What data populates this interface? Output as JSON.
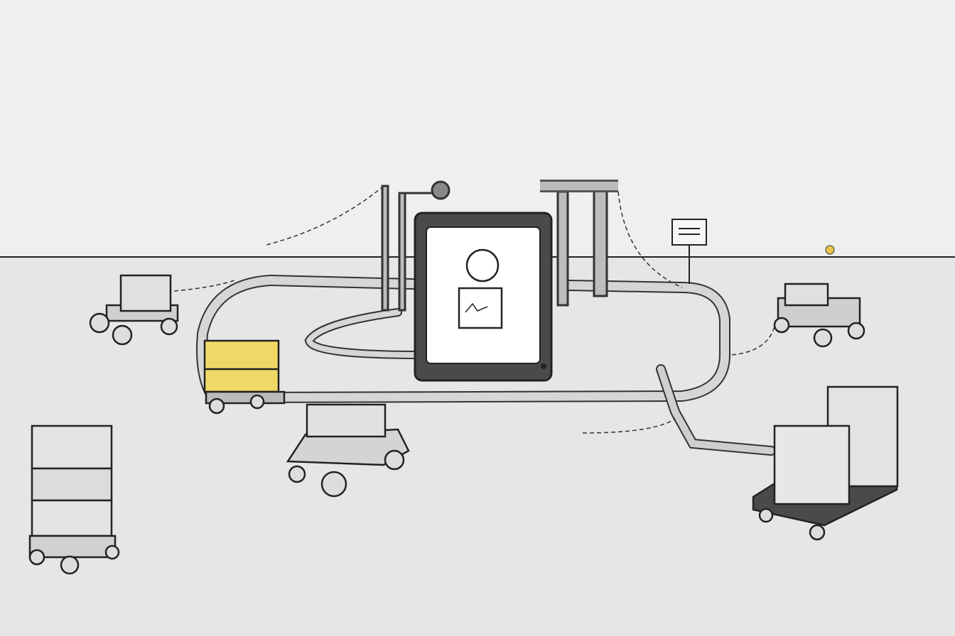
{
  "scene": {
    "style": "pencil sketch",
    "colors": {
      "background": "#efefee",
      "floor": "#e6e6e5",
      "ink": "#2b2b2b",
      "accent_yellow": "#f0d866",
      "screen": "#ffffff",
      "monitor_frame": "#4a4a4a"
    },
    "elements": [
      "central-monitor",
      "pipe-loop",
      "robot-carts",
      "stacked-boxes",
      "signpost"
    ]
  }
}
